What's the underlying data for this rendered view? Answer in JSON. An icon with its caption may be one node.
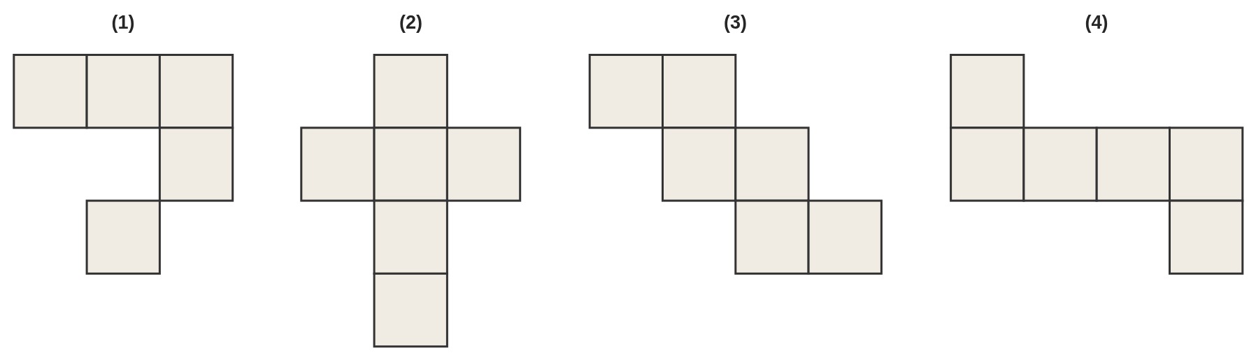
{
  "diagram": {
    "labels": [
      "(1)",
      "(2)",
      "(3)",
      "(4)"
    ]
  }
}
